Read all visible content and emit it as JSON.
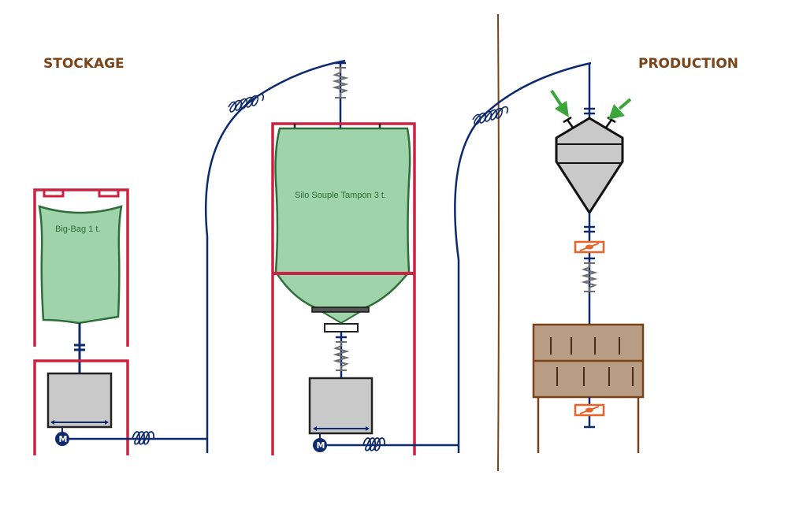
{
  "sections": {
    "storage": "STOCKAGE",
    "production": "PRODUCTION"
  },
  "equipment": {
    "big_bag": {
      "label": "Big-Bag 1 t."
    },
    "silo": {
      "label": "Silo Souple Tampon 3 t."
    },
    "motor_symbol": "M"
  },
  "colors": {
    "frame": "#cc2241",
    "pipe": "#0e2a6e",
    "bag_fill": "#9fd4aa",
    "bag_stroke": "#2f6d3a",
    "hopper_fill": "#c9c9c9",
    "valve": "#e8622a",
    "arrow": "#3aa53a",
    "sieve_fill": "#b89c84",
    "sieve_stroke": "#7a4418",
    "divider": "#7a4418",
    "section_title": "#7a4418",
    "spring": "#6d6d6d"
  }
}
